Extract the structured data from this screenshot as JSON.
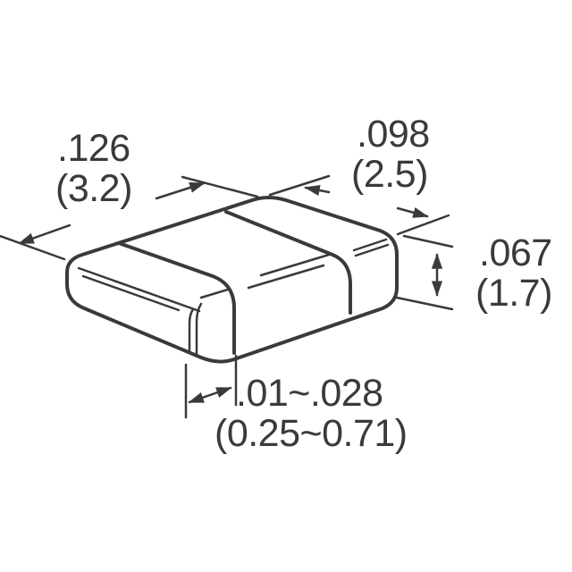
{
  "drawing": {
    "subject": "SMD chip component (1206 package) dimension drawing",
    "stroke_color": "#3a3a3a",
    "background_color": "#ffffff"
  },
  "dimensions": {
    "length": {
      "inch": ".126",
      "mm": "(3.2)"
    },
    "width": {
      "inch": ".098",
      "mm": "(2.5)"
    },
    "height": {
      "inch": ".067",
      "mm": "(1.7)"
    },
    "terminal": {
      "inch": ".01~.028",
      "mm": "(0.25~0.71)"
    }
  }
}
